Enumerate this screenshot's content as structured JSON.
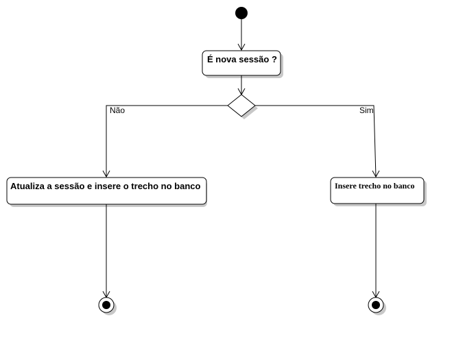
{
  "nodes": {
    "decision_activity": {
      "label": "É nova sessão ?"
    },
    "update_activity": {
      "label": "Atualiza a sessão e insere o trecho no banco"
    },
    "insert_activity": {
      "label": "Insere trecho no banco"
    }
  },
  "guards": {
    "no": "Não",
    "yes": "Sim"
  }
}
